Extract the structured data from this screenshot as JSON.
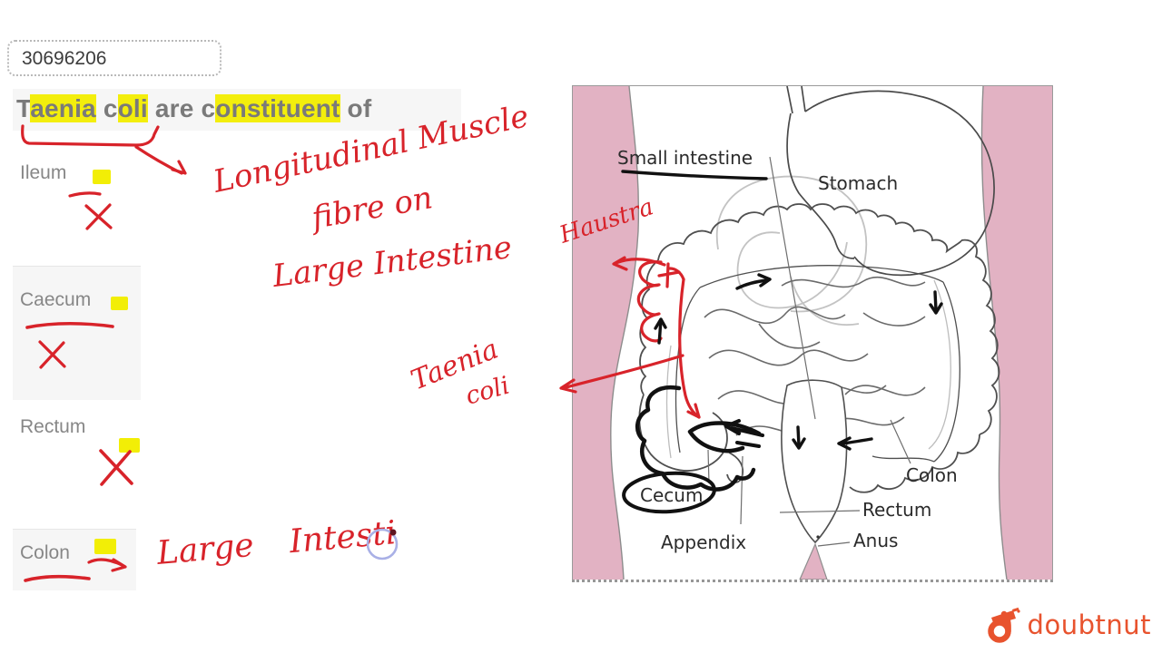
{
  "header": {
    "question_id": "30696206"
  },
  "question": {
    "full_text": "Taenia coli are constituent of",
    "segments": [
      {
        "text": "T",
        "highlight": false
      },
      {
        "text": "aenia",
        "highlight": true
      },
      {
        "text": " c",
        "highlight": false
      },
      {
        "text": "oli",
        "highlight": true
      },
      {
        "text": " are ",
        "highlight": false
      },
      {
        "text": "c",
        "highlight": false
      },
      {
        "text": "onstituent",
        "highlight": true
      },
      {
        "text": " of",
        "highlight": false
      }
    ]
  },
  "options": [
    {
      "label": "Ileum",
      "mark": "cross"
    },
    {
      "label": "Caecum",
      "mark": "cross"
    },
    {
      "label": "Rectum",
      "mark": "cross"
    },
    {
      "label": "Colon",
      "mark": "arrow"
    }
  ],
  "annotations": {
    "note_line1": "Longitudinal Muscle",
    "note_line2": "fibre on",
    "note_line3": "Large Intestine",
    "taenia_word1": "Taenia",
    "taenia_word2": "coli",
    "haustra": "Haustra",
    "colon_note": "Large Intesti"
  },
  "diagram": {
    "labels": {
      "small_intestine": "Small intestine",
      "stomach": "Stomach",
      "colon": "Colon",
      "rectum": "Rectum",
      "anus": "Anus",
      "cecum": "Cecum",
      "appendix": "Appendix"
    }
  },
  "brand": {
    "name": "doubtnut"
  },
  "colors": {
    "ink_red": "#d8232a",
    "ink_black": "#111111",
    "highlight_yellow": "#f3ee0c",
    "marker_yellow": "#f2ee06",
    "body_pink": "#e2b2c3",
    "brand_orange": "#e8532e"
  }
}
